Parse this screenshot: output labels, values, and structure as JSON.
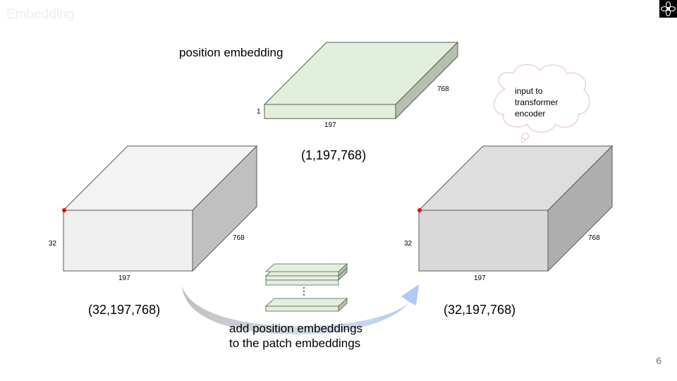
{
  "slide": {
    "title": "Embedding",
    "page_number": "6",
    "logo_icon": "flower-logo-icon"
  },
  "position_embedding": {
    "label": "position embedding",
    "dim_depth": "768",
    "dim_height": "1",
    "dim_width": "197",
    "shape": "(1,197,768)",
    "fill_color": "#e2efda"
  },
  "patch_embeddings": {
    "dim_height": "32",
    "dim_depth": "768",
    "dim_width": "197",
    "shape": "(32,197,768)",
    "fill_color": "#efefef"
  },
  "result_embeddings": {
    "dim_height": "32",
    "dim_depth": "768",
    "dim_width": "197",
    "shape": "(32,197,768)",
    "fill_color": "#d9d9d9"
  },
  "thought_bubble": {
    "line1": "input to",
    "line2": "transformer",
    "line3": "encoder"
  },
  "caption": {
    "line1": "add position embeddings",
    "line2": "to the patch embeddings"
  },
  "colors": {
    "marker": "#ff0000",
    "arrow": "#a4c2f4",
    "bubble_outline": "#ead1dc"
  }
}
